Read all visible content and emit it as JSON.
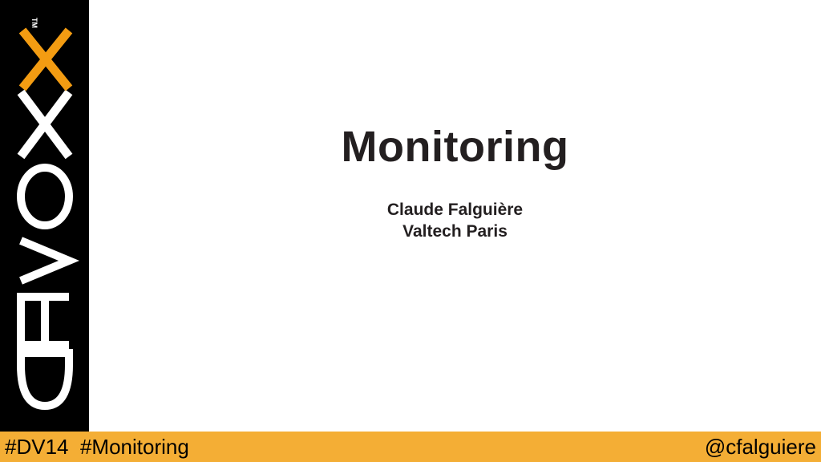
{
  "slide": {
    "title": "Monitoring",
    "author": "Claude Falguière",
    "organization": "Valtech Paris"
  },
  "logo": {
    "wordmark": "DEVOXX",
    "trademark": "TM",
    "icon": "devoxx-logo"
  },
  "footer": {
    "hashtags": "#DV14  #Monitoring",
    "handle": "@cfalguiere"
  },
  "colors": {
    "sidebar": "#000000",
    "logo_white": "#ffffff",
    "accent_orange": "#f4ae35",
    "logo_x_orange": "#f39c12",
    "text": "#231f20"
  }
}
